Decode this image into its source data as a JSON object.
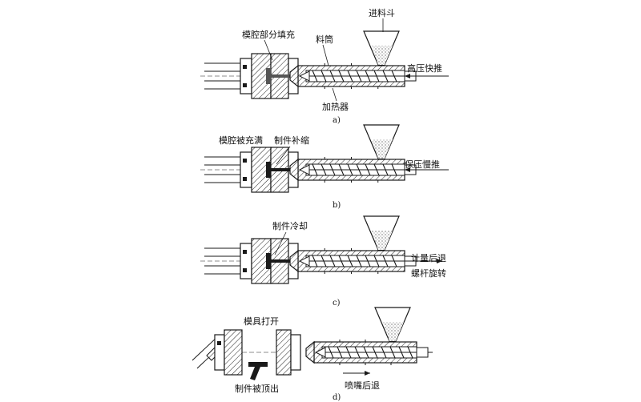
{
  "panels": [
    {
      "id": "a",
      "caption": "a)",
      "labels": {
        "hopper": "进料斗",
        "mold": "模腔部分填充",
        "barrel": "料筒",
        "action": "高压快推",
        "heater": "加热器"
      }
    },
    {
      "id": "b",
      "caption": "b)",
      "labels": {
        "mold": "模腔被充满",
        "part": "制件补缩",
        "action": "保压慢推"
      }
    },
    {
      "id": "c",
      "caption": "c)",
      "labels": {
        "part": "制件冷却",
        "action1": "计量后退",
        "action2": "螺杆旋转"
      }
    },
    {
      "id": "d",
      "caption": "d)",
      "labels": {
        "mold": "模具打开",
        "eject": "制件被顶出",
        "nozzle": "喷嘴后退"
      }
    }
  ]
}
